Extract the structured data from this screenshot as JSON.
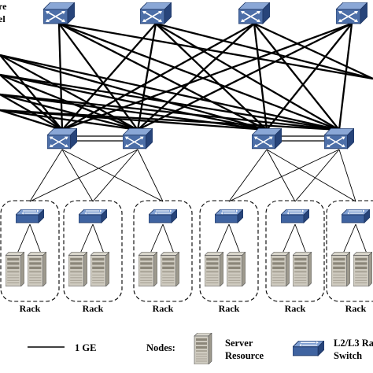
{
  "layers": {
    "core_label_line1": "re",
    "core_label_line2": "el"
  },
  "racks": {
    "labels": [
      "Rack",
      "Rack",
      "Rack",
      "Rack",
      "Rack",
      "Rack"
    ]
  },
  "legend": {
    "link_label": "1 GE",
    "nodes_label": "Nodes:",
    "server_line1": "Server",
    "server_line2": "Resource",
    "switch_line1": "L2/L3 Ra",
    "switch_line2": "Switch"
  },
  "colors": {
    "switch_top": "#6e8fc4",
    "switch_side": "#27447a",
    "line": "#000000"
  },
  "icons": {
    "core_switch": "multilayer-switch-icon",
    "aggregation_switch": "multilayer-switch-icon",
    "rack_switch": "workgroup-switch-icon",
    "server": "server-tower-icon"
  }
}
